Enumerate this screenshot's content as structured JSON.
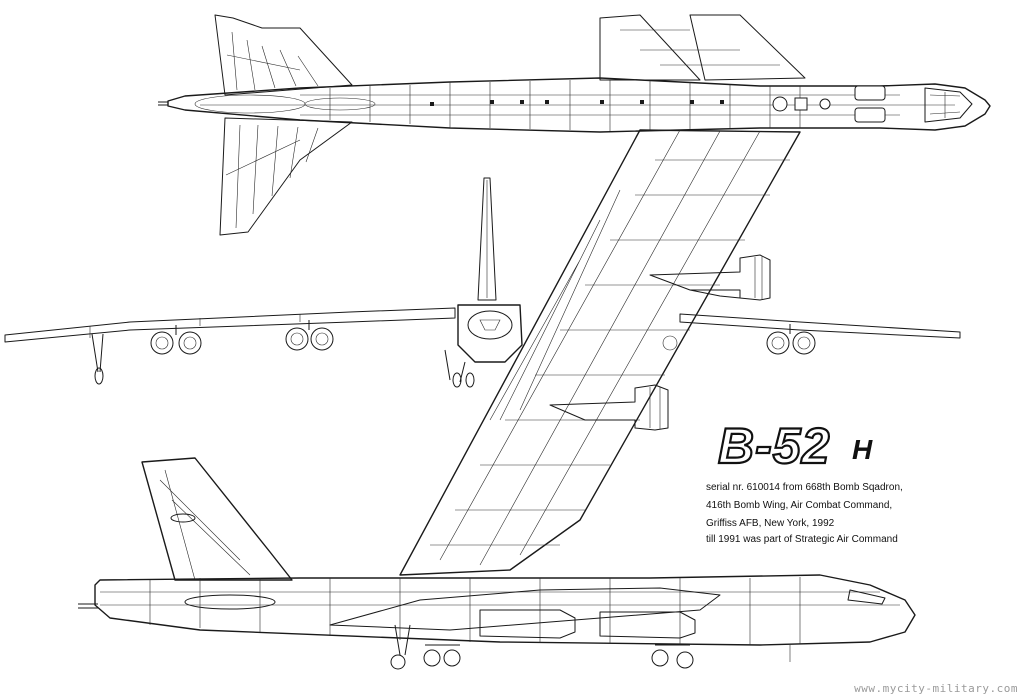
{
  "title": {
    "main": "B-52",
    "variant": "H"
  },
  "caption": [
    "serial nr. 610014 from 668th Bomb Sqadron,",
    "416th Bomb Wing, Air Combat Command,",
    "Griffiss AFB, New York, 1992",
    "till 1991 was part of Strategic Air Command"
  ],
  "watermark": "www.mycity-military.com"
}
